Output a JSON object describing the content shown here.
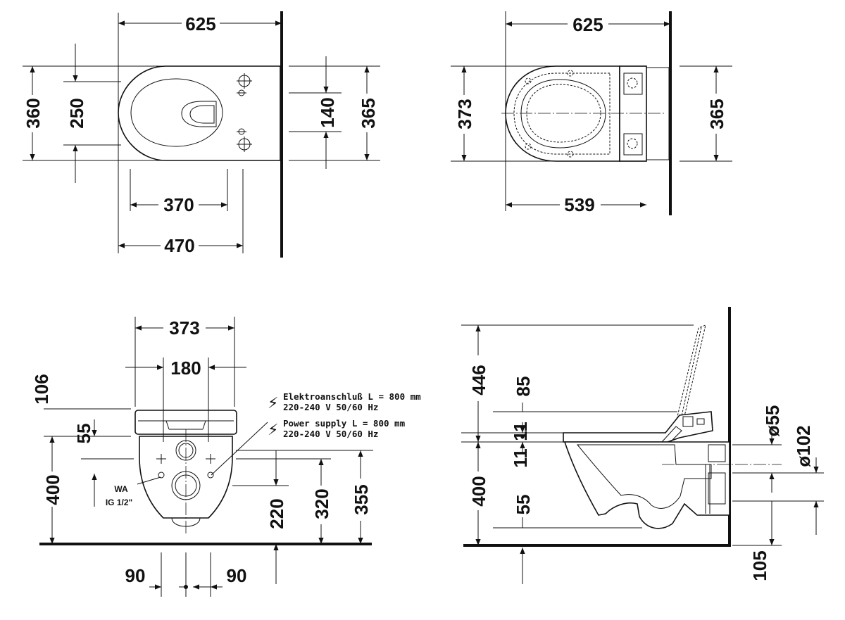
{
  "top_left": {
    "width_625": "625",
    "len_470": "470",
    "len_370": "370",
    "h_360": "360",
    "h_250": "250",
    "h_140": "140",
    "h_365": "365"
  },
  "top_right": {
    "width_625": "625",
    "len_539": "539",
    "h_373": "373",
    "h_365": "365"
  },
  "front": {
    "w_373": "373",
    "w_180": "180",
    "d_106": "106",
    "d_55": "55",
    "d_400": "400",
    "d_220": "220",
    "d_320": "320",
    "d_355": "355",
    "b_90_left": "90",
    "b_90_right": "90",
    "wa_label": "WA",
    "ig_label": "IG 1/2\"",
    "electrical": {
      "de_line1": "Elektroanschluß L = 800 mm",
      "de_line2": "220-240 V  50/60 Hz",
      "en_line1": "Power supply L = 800 mm",
      "en_line2": "220-240 V  50/60 Hz"
    }
  },
  "side": {
    "d_446": "446",
    "d_85": "85",
    "d_11_top": "11",
    "d_11_bottom": "11",
    "d_400": "400",
    "d_55": "55",
    "d_55_dia": "ø55",
    "d_102_dia": "ø102",
    "d_105": "105"
  }
}
